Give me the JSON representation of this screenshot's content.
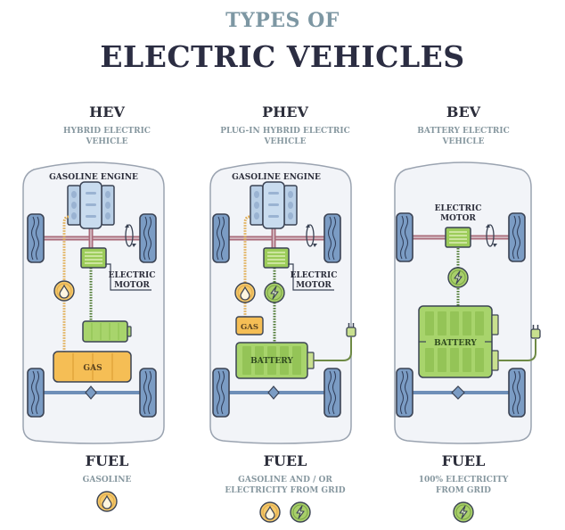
{
  "header": {
    "subtitle": "TYPES OF",
    "title": "ELECTRIC VEHICLES"
  },
  "vehicles": [
    {
      "abbr": "HEV",
      "name_line1": "HYBRID ELECTRIC",
      "name_line2": "VEHICLE",
      "labels": {
        "engine": "GASOLINE ENGINE",
        "motor_line1": "ELECTRIC",
        "motor_line2": "MOTOR",
        "gas_tank": "GAS"
      },
      "fuel_title": "FUEL",
      "fuel_line1": "GASOLINE",
      "fuel_line2": "",
      "fuel_icons": [
        "fuel-drop-icon"
      ]
    },
    {
      "abbr": "PHEV",
      "name_line1": "PLUG-IN HYBRID ELECTRIC",
      "name_line2": "VEHICLE",
      "labels": {
        "engine": "GASOLINE ENGINE",
        "motor_line1": "ELECTRIC",
        "motor_line2": "MOTOR",
        "gas_tank": "GAS",
        "battery": "BATTERY"
      },
      "fuel_title": "FUEL",
      "fuel_line1": "GASOLINE AND / OR",
      "fuel_line2": "ELECTRICITY FROM GRID",
      "fuel_icons": [
        "fuel-drop-icon",
        "lightning-icon"
      ]
    },
    {
      "abbr": "BEV",
      "name_line1": "BATTERY ELECTRIC",
      "name_line2": "VEHICLE",
      "labels": {
        "motor_line1": "ELECTRIC",
        "motor_line2": "MOTOR",
        "battery": "BATTERY"
      },
      "fuel_title": "FUEL",
      "fuel_line1": "100% ELECTRICITY",
      "fuel_line2": "FROM GRID",
      "fuel_icons": [
        "lightning-icon"
      ]
    }
  ],
  "colors": {
    "outline": "#3b4354",
    "car_body": "#f2f4f8",
    "wheel": "#7b9cc4",
    "engine": "#b9cfe6",
    "motor": "#9ccc5a",
    "battery": "#a8d46c",
    "gas": "#f5be55",
    "axle": "#a96b7a",
    "drive_axle": "#6e8fb8",
    "gas_line": "#e0a94a",
    "elec_line": "#4f7a33",
    "title_accent": "#7d97a3",
    "title_dark": "#2b2d42"
  }
}
